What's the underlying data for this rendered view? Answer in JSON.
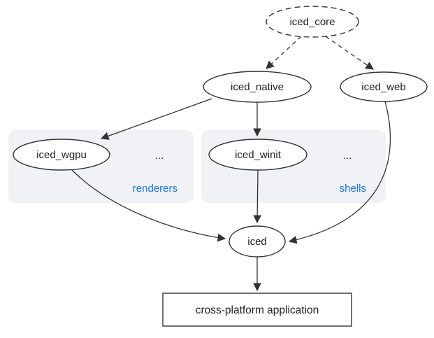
{
  "nodes": {
    "iced_core": {
      "label": "iced_core"
    },
    "iced_native": {
      "label": "iced_native"
    },
    "iced_web": {
      "label": "iced_web"
    },
    "iced_wgpu": {
      "label": "iced_wgpu"
    },
    "iced_winit": {
      "label": "iced_winit"
    },
    "iced": {
      "label": "iced"
    },
    "application": {
      "label": "cross-platform application"
    }
  },
  "groups": {
    "renderers": {
      "label": "renderers",
      "ellipsis": "..."
    },
    "shells": {
      "label": "shells",
      "ellipsis": "..."
    }
  },
  "edges": [
    {
      "from": "iced_core",
      "to": "iced_native",
      "style": "dashed"
    },
    {
      "from": "iced_core",
      "to": "iced_web",
      "style": "dashed"
    },
    {
      "from": "iced_native",
      "to": "iced_wgpu",
      "style": "solid"
    },
    {
      "from": "iced_native",
      "to": "iced_winit",
      "style": "solid"
    },
    {
      "from": "iced_wgpu",
      "to": "iced",
      "style": "solid"
    },
    {
      "from": "iced_winit",
      "to": "iced",
      "style": "solid"
    },
    {
      "from": "iced_web",
      "to": "iced",
      "style": "solid"
    },
    {
      "from": "iced",
      "to": "application",
      "style": "solid"
    }
  ],
  "colors": {
    "group_background": "#f0f2f6",
    "group_label": "#1a73e8",
    "node_stroke": "#333333",
    "text": "#212121",
    "background": "#ffffff"
  }
}
